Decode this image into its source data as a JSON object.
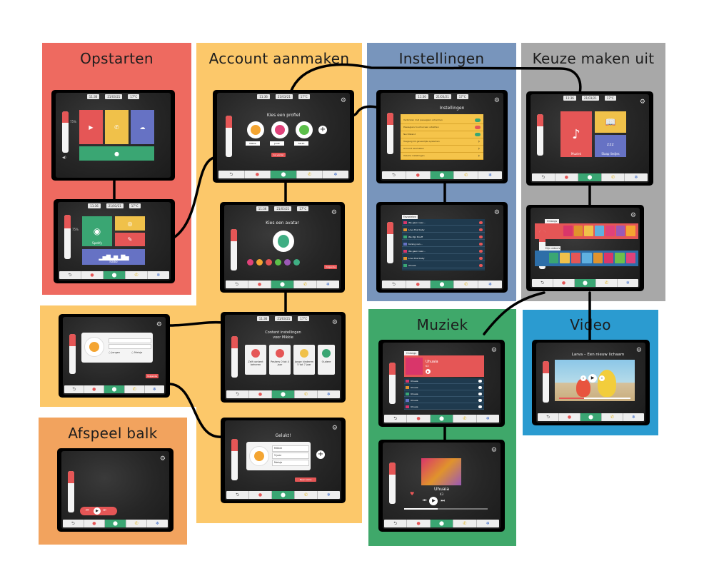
{
  "panels": {
    "opstarten": "Opstarten",
    "account": "Account aanmaken",
    "instellingen": "Instellingen",
    "keuze": "Keuze maken uit",
    "muziek": "Muziek",
    "video": "Video",
    "afspeel": "Afspeel balk"
  },
  "colors": {
    "opstarten": "#ee6a60",
    "account": "#fcc86a",
    "instellingen": "#7895bc",
    "keuze": "#a8a8a8",
    "muziek": "#3fa86a",
    "video": "#2b9bd0",
    "afspeel": "#f2a35e",
    "accent": "#e55656"
  },
  "status": {
    "time": "11:36",
    "date": "21/03/21",
    "temp": "17°C"
  },
  "volume_label": "75%",
  "home": {
    "music_tile": "Spotify",
    "radio_tile": "Radio"
  },
  "profile": {
    "title": "Kies een profiel",
    "names": [
      "Mikkie",
      "Joost",
      "Sarah"
    ],
    "button": "Ga verder"
  },
  "avatar": {
    "title": "Kies een avatar",
    "button": "Volgende"
  },
  "content_settings": {
    "title_line1": "Content instellingen",
    "title_line2": "voor Mikkie",
    "cards": [
      {
        "label": "Zelf content beheren"
      },
      {
        "label": "Peuters 0 tot 4 jaar"
      },
      {
        "label": "Jonge kinderen 5 tot 7 jaar"
      },
      {
        "label": "Oudere"
      }
    ]
  },
  "form": {
    "jongen": "Jongen",
    "meisje": "Meisje",
    "button": "Volgende"
  },
  "success": {
    "title": "Gelukt!",
    "fields": [
      "Mikkie",
      "5 jaar",
      "Meisje"
    ],
    "button": "Naar home"
  },
  "settings": {
    "title": "Instellingen",
    "rows": [
      "Verbinden met passagiers schermen",
      "Passagiers touchscreen uitzetten",
      "Nachtstand",
      "Toegang tot gevaarlijke systemen",
      "Account aanmaken",
      "Volume instellingen"
    ]
  },
  "favorites": {
    "tab": "Favorieten",
    "rows": [
      "We gaan naar…",
      "Love that baby",
      "We Zijn Bouff",
      "Koning van…",
      "We gaan naar…",
      "Love that baby",
      "Uhuaia"
    ]
  },
  "keuze": {
    "music": "Muziek",
    "sleep": "Slaap liedjes"
  },
  "keuze_list": {
    "tab1": "Onlangs",
    "tab2": "Mijn video's"
  },
  "muziek_list": {
    "tab": "Onlangs",
    "track": "Uhuaia",
    "artist": "K3",
    "rows": [
      "Uhuaia",
      "Uhuaia",
      "Uhuaia",
      "Uhuaia",
      "Uhuaia"
    ]
  },
  "player": {
    "track": "Uhuaia",
    "artist": "K3"
  },
  "video": {
    "title": "Larva – Een nieuw lichaam"
  }
}
